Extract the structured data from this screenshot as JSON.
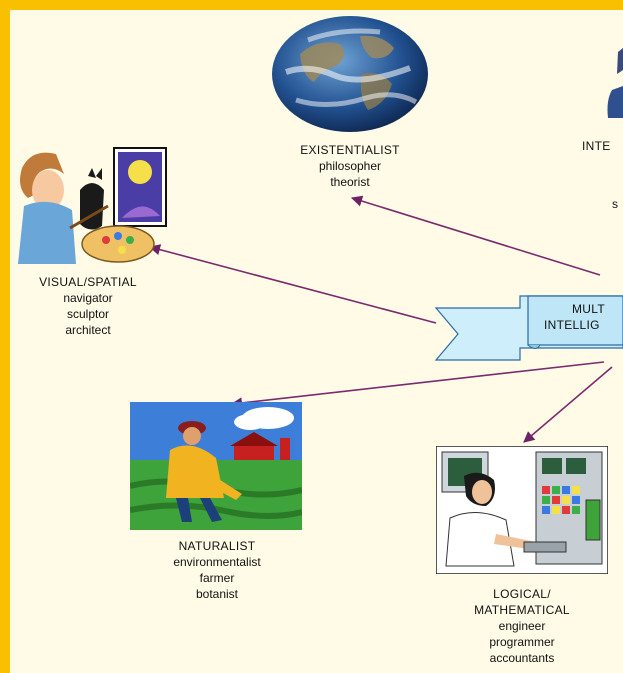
{
  "banner": {
    "line1": "MULT",
    "line2": "INTELLIG"
  },
  "nodes": {
    "existentialist": {
      "title": "EXISTENTIALIST",
      "subs": [
        "philosopher",
        "theorist"
      ]
    },
    "interpersonal": {
      "title": "INTE",
      "subs": [
        "s"
      ]
    },
    "visual": {
      "title": "VISUAL/SPATIAL",
      "subs": [
        "navigator",
        "sculptor",
        "architect"
      ]
    },
    "naturalist": {
      "title": "NATURALIST",
      "subs": [
        "environmentalist",
        "farmer",
        "botanist"
      ]
    },
    "logical": {
      "title": "LOGICAL/",
      "title2": "MATHEMATICAL",
      "subs": [
        "engineer",
        "programmer",
        "accountants"
      ]
    }
  },
  "icons": {
    "earth": "earth-icon",
    "painter": "painter-icon",
    "farmer": "farmer-icon",
    "computer": "computer-user-icon"
  },
  "colors": {
    "frame": "#f8c000",
    "arrow": "#7b2a6e",
    "banner": "#bfe6f7",
    "banner_stroke": "#1d5f9a"
  }
}
